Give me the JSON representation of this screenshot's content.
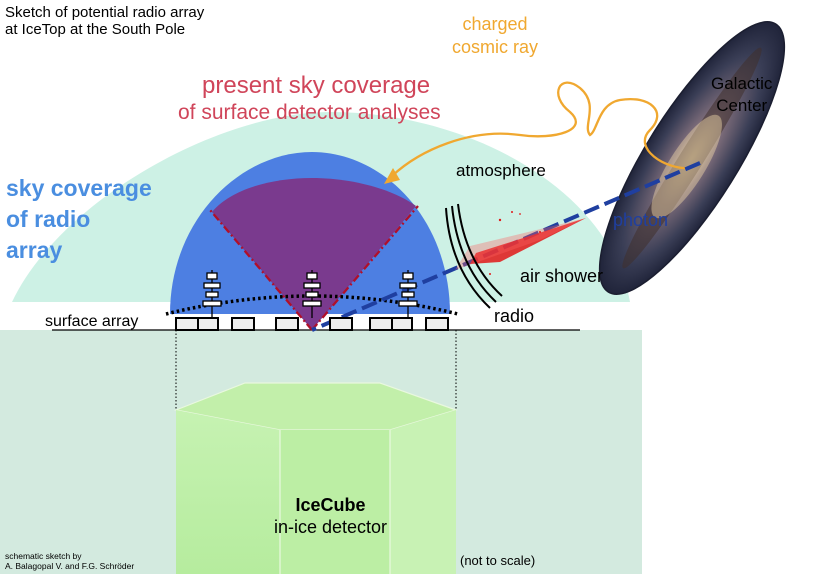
{
  "title": {
    "line1": "Sketch of potential radio array",
    "line2": "at IceTop at the South Pole"
  },
  "present_coverage": {
    "line1": "present sky coverage",
    "line2": "of surface detector analyses"
  },
  "radio_coverage": {
    "line1": "sky coverage",
    "line2": "of radio",
    "line3": "array"
  },
  "cosmic_ray": {
    "line1": "charged",
    "line2": "cosmic ray"
  },
  "galactic_center": {
    "line1": "Galactic",
    "line2": "Center"
  },
  "labels": {
    "atmosphere": "atmosphere",
    "photon": "photon",
    "air_shower": "air shower",
    "radio": "radio",
    "surface_array": "surface array",
    "not_to_scale": "(not to scale)"
  },
  "icecube": {
    "name": "IceCube",
    "subtitle": "in-ice detector"
  },
  "credit": {
    "line1": "schematic sketch by",
    "line2": "A. Balagopal V. and F.G. Schröder"
  },
  "colors": {
    "radio_coverage": "#cdf1e5",
    "radio_array_dome": "#4d7fe2",
    "present_coverage": "#7a3a8e",
    "ice": "#d3eadf",
    "icecube_volume": "#c4f0b0",
    "cosmic_ray": "#f0a830",
    "photon": "#1f3fa0",
    "air_shower": "#e01818",
    "present_text": "#d0455a",
    "radio_text": "#4a8ee0"
  },
  "icons": [
    "galaxy-image",
    "radio-antenna-icon",
    "surface-tank-icon"
  ]
}
